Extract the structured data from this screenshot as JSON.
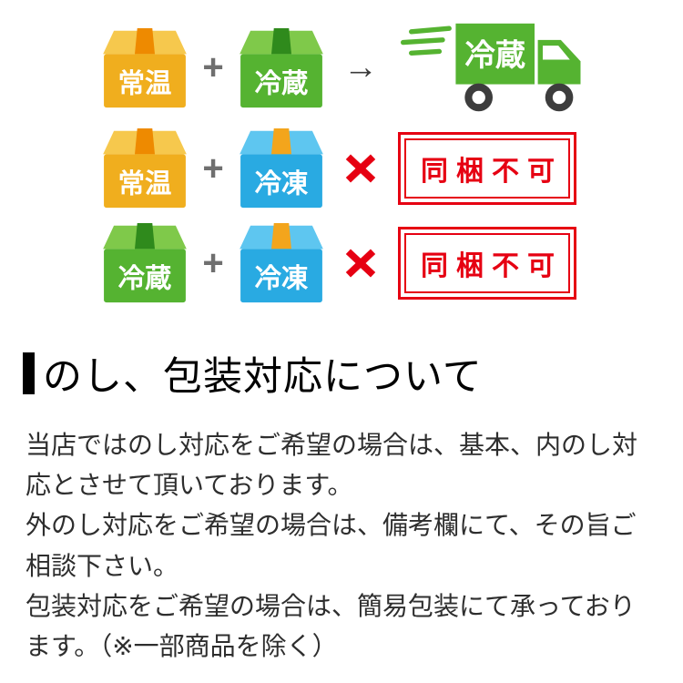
{
  "diagram": {
    "rows": [
      {
        "left_label": "常温",
        "operator": "+",
        "right_label": "冷蔵",
        "connector": "→",
        "result": {
          "kind": "truck",
          "label": "冷蔵"
        }
      },
      {
        "left_label": "常温",
        "operator": "+",
        "right_label": "冷凍",
        "connector": "✕",
        "result": {
          "kind": "stamp",
          "label": "同梱不可"
        }
      },
      {
        "left_label": "冷蔵",
        "operator": "+",
        "right_label": "冷凍",
        "connector": "✕",
        "result": {
          "kind": "stamp",
          "label": "同梱不可"
        }
      }
    ]
  },
  "noshi_section": {
    "title": "のし、包装対応について",
    "paragraphs": [
      "当店ではのし対応をご希望の場合は、基本、内のし対応とさせて頂いております。",
      "外のし対応をご希望の場合は、備考欄にて、その旨ご相談下さい。",
      "包装対応をご希望の場合は、簡易包装にて承っております。（※一部商品を除く）"
    ]
  },
  "colors": {
    "ambient_main": "#f0ae1e",
    "ambient_flap": "#f6c84d",
    "ambient_tape": "#ee8a00",
    "chilled_main": "#55b331",
    "chilled_flap": "#7fc94a",
    "chilled_tape": "#2f8a1c",
    "frozen_main": "#29aae2",
    "frozen_flap": "#5ec6f0",
    "frozen_tape": "#f3a51c",
    "truck_green": "#55b331",
    "wheel_dark": "#3d3d3d",
    "stamp_red": "#e60012",
    "cross_red": "#e60012"
  }
}
